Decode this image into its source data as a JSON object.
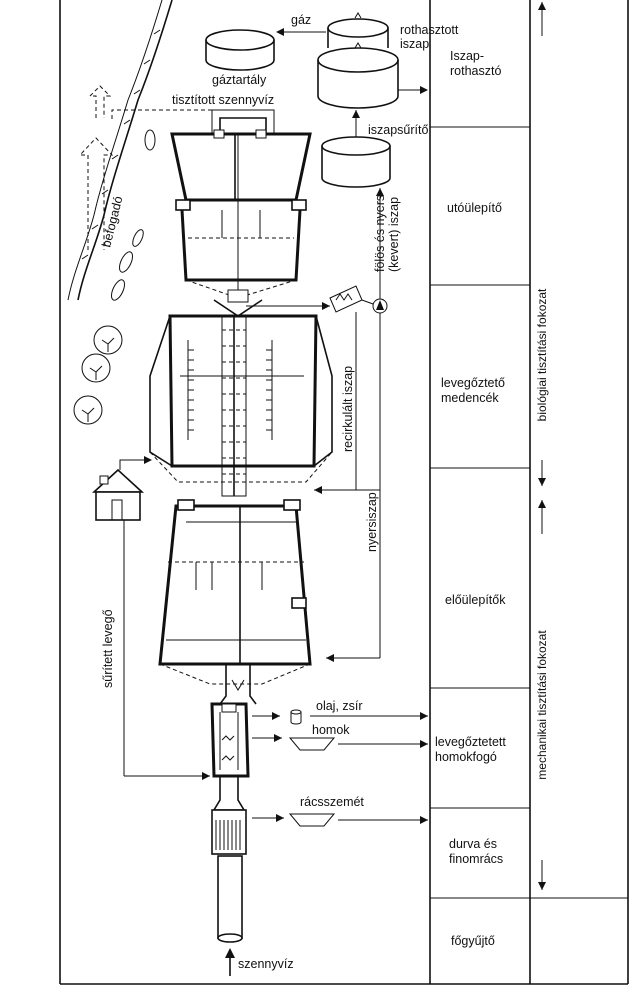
{
  "labels": {
    "gaz": "gáz",
    "gaztartaly": "gáztartály",
    "rothasztott_iszap": [
      "rothasztott",
      "iszap"
    ],
    "tisztitott_szennyviz": "tisztított szennyvíz",
    "iszapsurito": "iszapsűrítő",
    "befogado": "befogadó",
    "folos_nyers_iszap": [
      "fölös és nyers-",
      "(kevert) iszap"
    ],
    "recirkulalt_iszap": "recirkulált iszap",
    "nyersiszap": "nyersiszap",
    "surites_levego": "sűrített levegő",
    "olaj_zsir": "olaj, zsír",
    "homok": "homok",
    "racsszemet": "rácsszemét",
    "szennyviz": "szennyvíz"
  },
  "stages": [
    {
      "id": "iszap-rothaszto",
      "lines": [
        "Iszap-",
        "rothasztó"
      ]
    },
    {
      "id": "utoulepito",
      "lines": [
        "utóülepítő"
      ]
    },
    {
      "id": "levegozteto-medencek",
      "lines": [
        "levegőztető",
        "medencék"
      ]
    },
    {
      "id": "eloulepitok",
      "lines": [
        "előülepítők"
      ]
    },
    {
      "id": "levegoztetett-homokfogo",
      "lines": [
        "levegőztetett",
        "homokfogó"
      ]
    },
    {
      "id": "durva-es-finomracs",
      "lines": [
        "durva és",
        "finomrács"
      ]
    },
    {
      "id": "fogyujto",
      "lines": [
        "főgyűjtő"
      ]
    }
  ],
  "phases": {
    "biologiai": "biológiai tisztítási fokozat",
    "mechanikai": "mechanikai tisztítási fokozat"
  }
}
